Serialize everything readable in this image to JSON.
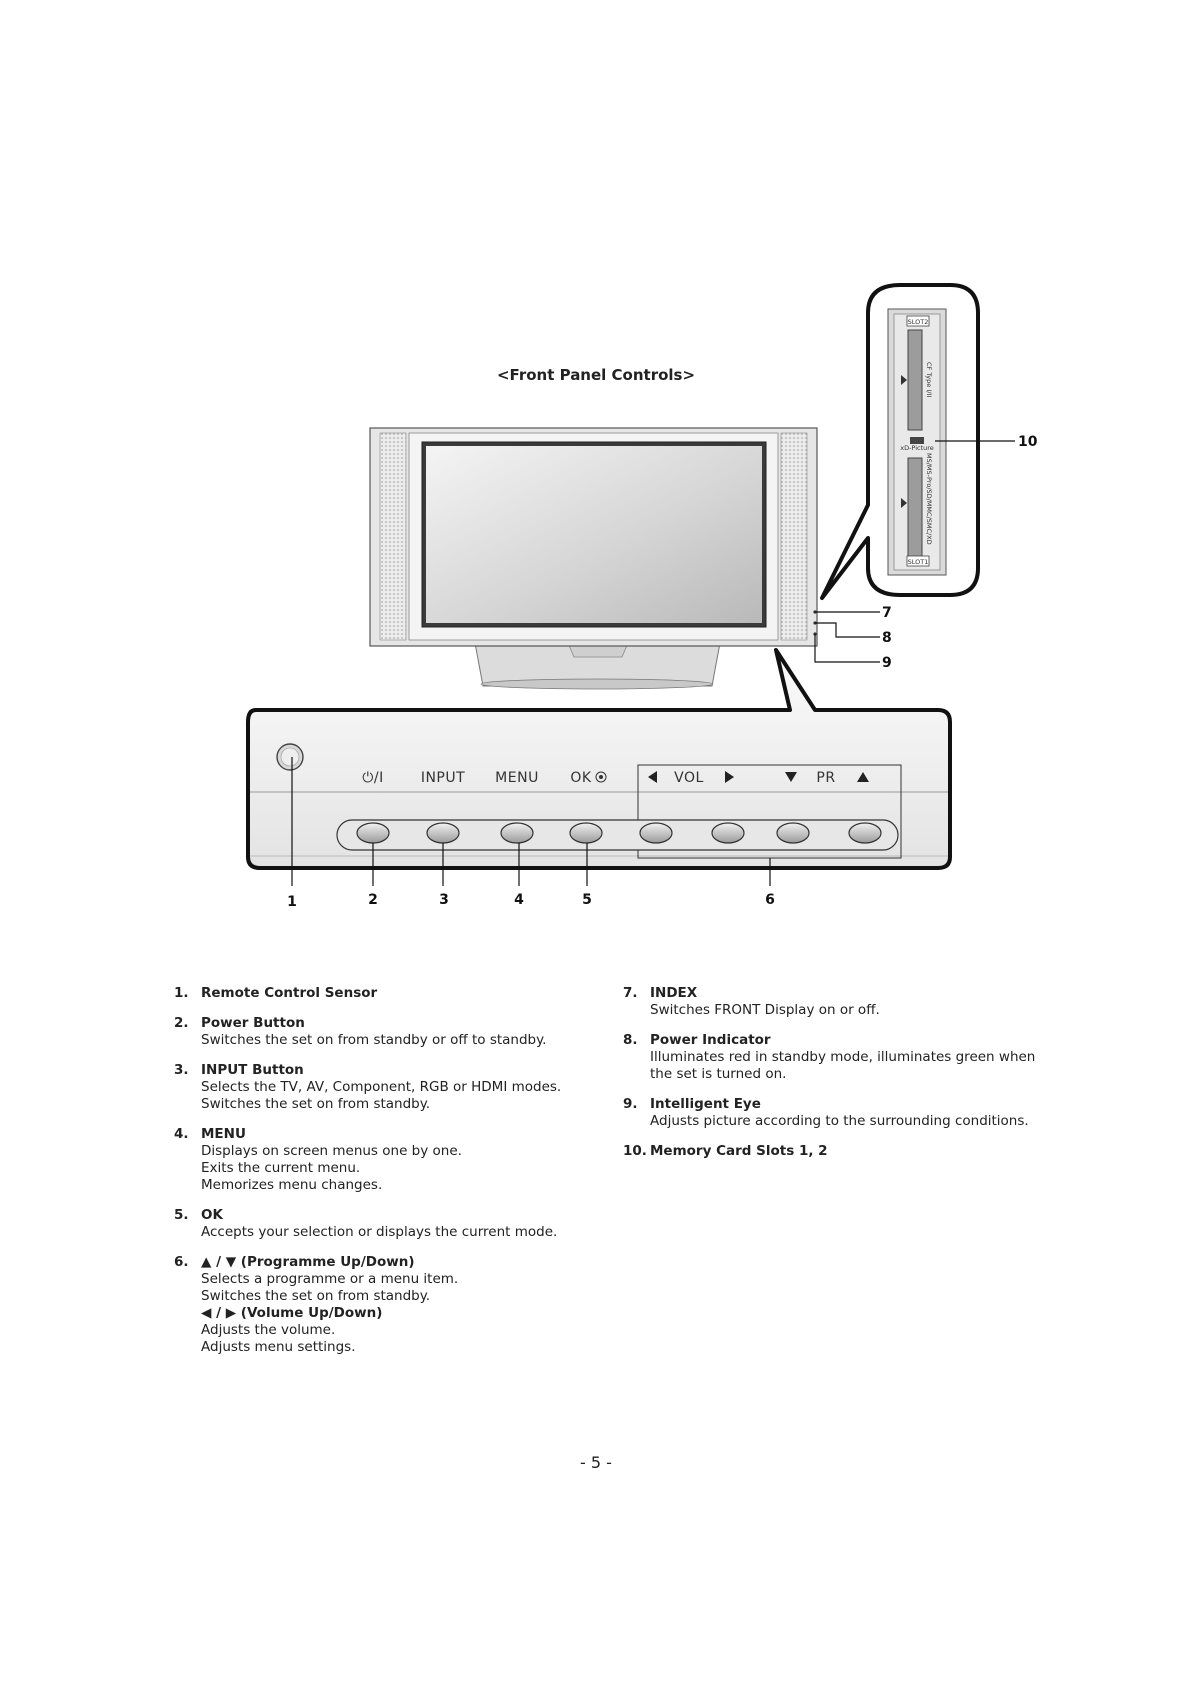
{
  "caption": "<Front Panel Controls>",
  "panel": {
    "labels": [
      "INPUT",
      "MENU",
      "OK",
      "VOL",
      "PR"
    ],
    "power_symbol": "⏻/I"
  },
  "card_slots": {
    "slot2_label": "SLOT2",
    "slot1_label": "SLOT1",
    "slot2_type": "CF Type I/II",
    "slot1_type": "MS/MS-Pro/SD/MMC/SMC/XD",
    "logo_text": "xD-Picture"
  },
  "callouts": [
    "1",
    "2",
    "3",
    "4",
    "5",
    "6",
    "7",
    "8",
    "9",
    "10"
  ],
  "descriptions_left": [
    {
      "num": "1.",
      "title": "Remote Control Sensor",
      "lines": []
    },
    {
      "num": "2.",
      "title": "Power Button",
      "lines": [
        "Switches the set on from standby or off to standby."
      ]
    },
    {
      "num": "3.",
      "title": "INPUT Button",
      "lines": [
        "Selects the TV, AV, Component, RGB or HDMI modes.",
        "Switches the set on from standby."
      ]
    },
    {
      "num": "4.",
      "title": "MENU",
      "lines": [
        "Displays on screen menus one by one.",
        "Exits the current menu.",
        "Memorizes menu changes."
      ]
    },
    {
      "num": "5.",
      "title": "OK",
      "lines": [
        "Accepts your selection or displays the current mode."
      ]
    },
    {
      "num": "6.",
      "title": "▲ / ▼ (Programme Up/Down)",
      "lines": [
        "Selects a programme or a menu item.",
        "Switches the set on from standby."
      ],
      "title2": "◀ / ▶ (Volume Up/Down)",
      "lines2": [
        "Adjusts the volume.",
        "Adjusts menu settings."
      ]
    }
  ],
  "descriptions_right": [
    {
      "num": "7.",
      "title": "INDEX",
      "lines": [
        "Switches FRONT Display on or off."
      ]
    },
    {
      "num": "8.",
      "title": "Power Indicator",
      "lines": [
        "Illuminates red in standby mode, illuminates green when",
        "the set is turned on."
      ]
    },
    {
      "num": "9.",
      "title": "Intelligent Eye",
      "lines": [
        "Adjusts picture according to the surrounding conditions."
      ]
    },
    {
      "num": "10.",
      "title": "Memory Card Slots 1, 2",
      "lines": []
    }
  ],
  "page_number": "- 5 -"
}
